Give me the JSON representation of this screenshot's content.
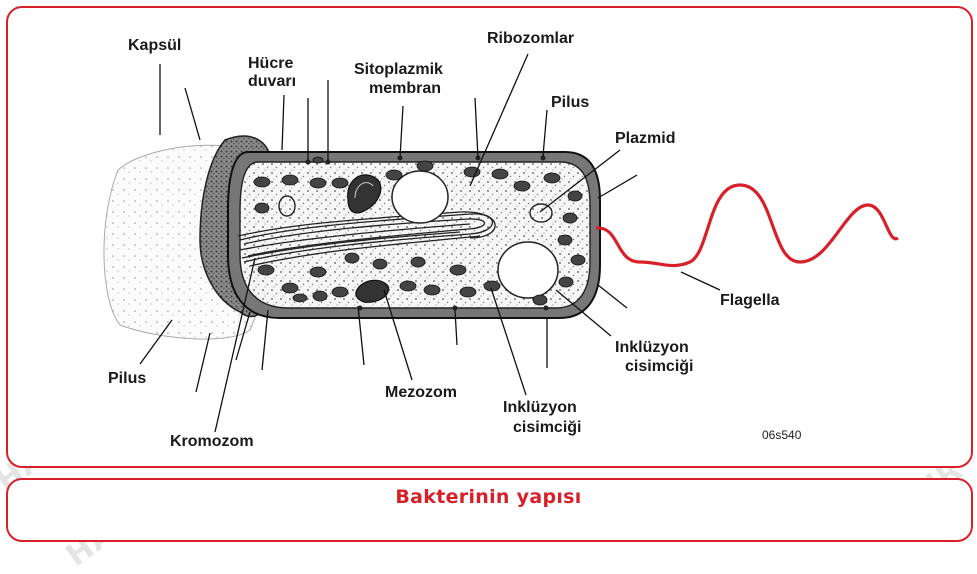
{
  "caption": "Bakterinin yapısı",
  "watermark": "HAZIR",
  "image_code": "06s540",
  "labels": {
    "kapsul": "Kapsül",
    "hucre_1": "Hücre",
    "hucre_2": "duvarı",
    "sito_1": "Sitoplazmik",
    "sito_2": "membran",
    "ribozomlar": "Ribozomlar",
    "pilus_top": "Pilus",
    "plazmid": "Plazmid",
    "flagella": "Flagella",
    "inkluzyon_right_1": "Inklüzyon",
    "inkluzyon_right_2": "cisimciği",
    "inkluzyon_bottom_1": "Inklüzyon",
    "inkluzyon_bottom_2": "cisimciği",
    "mezozom": "Mezozom",
    "kromozom": "Kromozom",
    "pilus_left": "Pilus"
  },
  "colors": {
    "frame": "#d8202a",
    "flagella": "#d8202a",
    "ink": "#1a1a1a"
  }
}
